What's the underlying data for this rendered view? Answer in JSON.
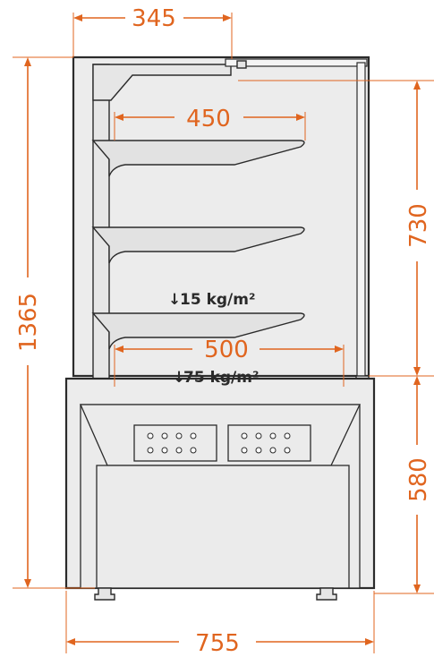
{
  "dimensions": {
    "top_width": "345",
    "shelf_depth": "450",
    "bottom_shelf_depth": "500",
    "total_height": "1365",
    "display_height": "730",
    "base_height": "580",
    "total_width": "755"
  },
  "loads": {
    "shelf_load": "15 kg/m²",
    "base_load": "75 kg/m²",
    "arrow_glyph": "↓"
  },
  "colors": {
    "dimension": "#e0651f",
    "outline": "#2b2b2b",
    "fill": "#ececec"
  }
}
